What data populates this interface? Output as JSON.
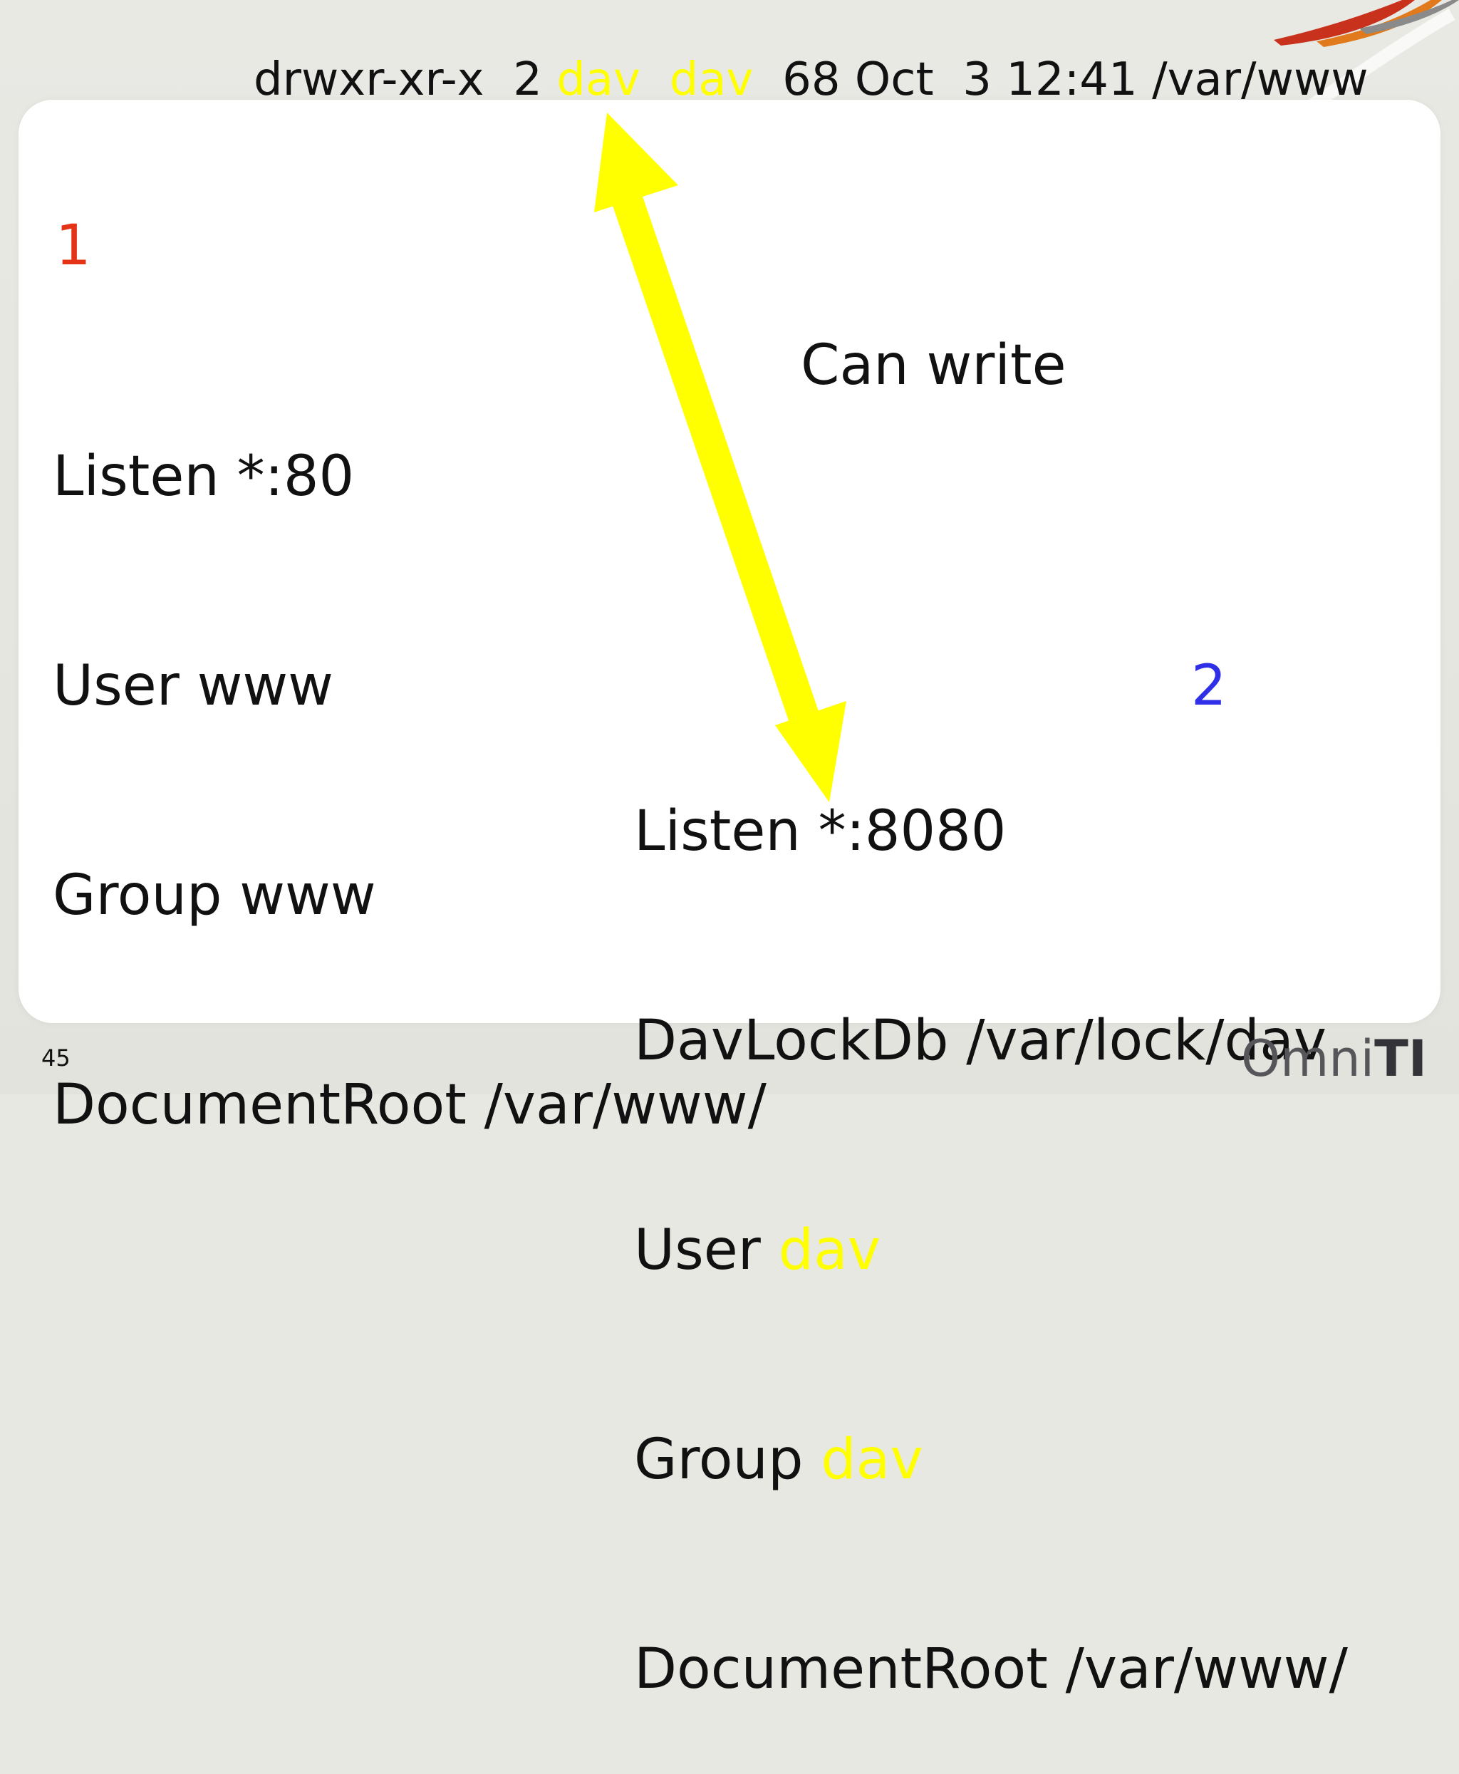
{
  "permission_line": {
    "prefix": "drwxr-xr-x  2 ",
    "owner": "dav",
    "sep": "  ",
    "group": "dav",
    "suffix": "  68 Oct  3 12:41 /var/www"
  },
  "step_1": "1",
  "step_2": "2",
  "config_1": {
    "lines": [
      "Listen *:80",
      "User www",
      "Group www",
      "DocumentRoot /var/www/"
    ]
  },
  "config_2": {
    "listen": "Listen *:8080",
    "lockdb": "DavLockDb /var/lock/dav",
    "user_label": "User ",
    "user_value": "dav",
    "group_label": "Group ",
    "group_value": "dav",
    "docroot": "DocumentRoot /var/www/"
  },
  "annotation": "Can write",
  "page_number": "45",
  "logo": {
    "light": "Omni",
    "bold": "TI"
  },
  "colors": {
    "highlight": "#ffff00",
    "step_1": "#e53318",
    "step_2": "#2f2fe8",
    "arrow": "#ffff00"
  }
}
